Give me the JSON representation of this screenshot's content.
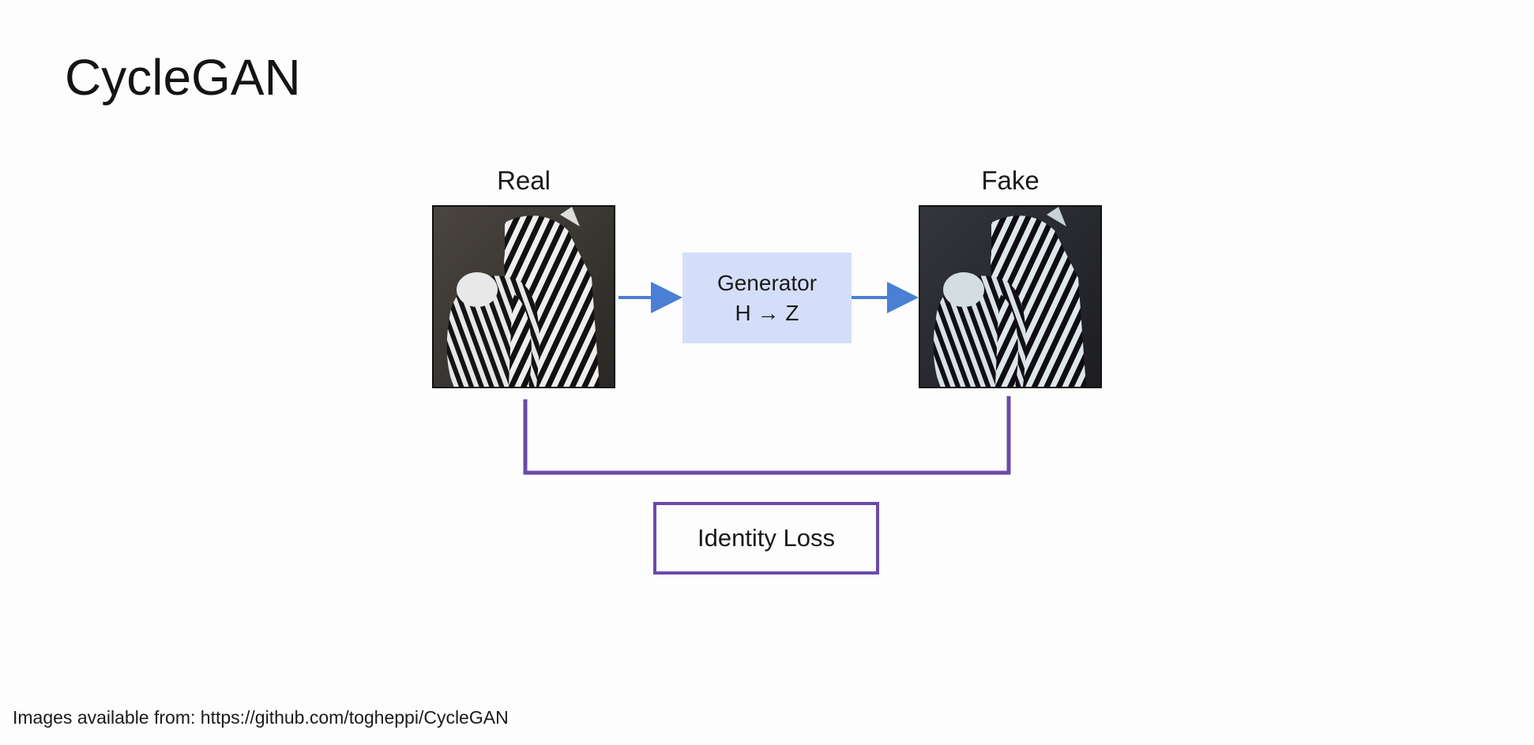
{
  "slide": {
    "title": "CycleGAN",
    "footer": "Images available from: https://github.com/togheppi/CycleGAN"
  },
  "diagram": {
    "real_label": "Real",
    "fake_label": "Fake",
    "generator": {
      "line1": "Generator",
      "line2": "H → Z"
    },
    "loss_label": "Identity Loss"
  },
  "colors": {
    "arrow": "#4a7fd4",
    "generator_fill": "#d4def9",
    "loss_border": "#6a4aaa"
  }
}
